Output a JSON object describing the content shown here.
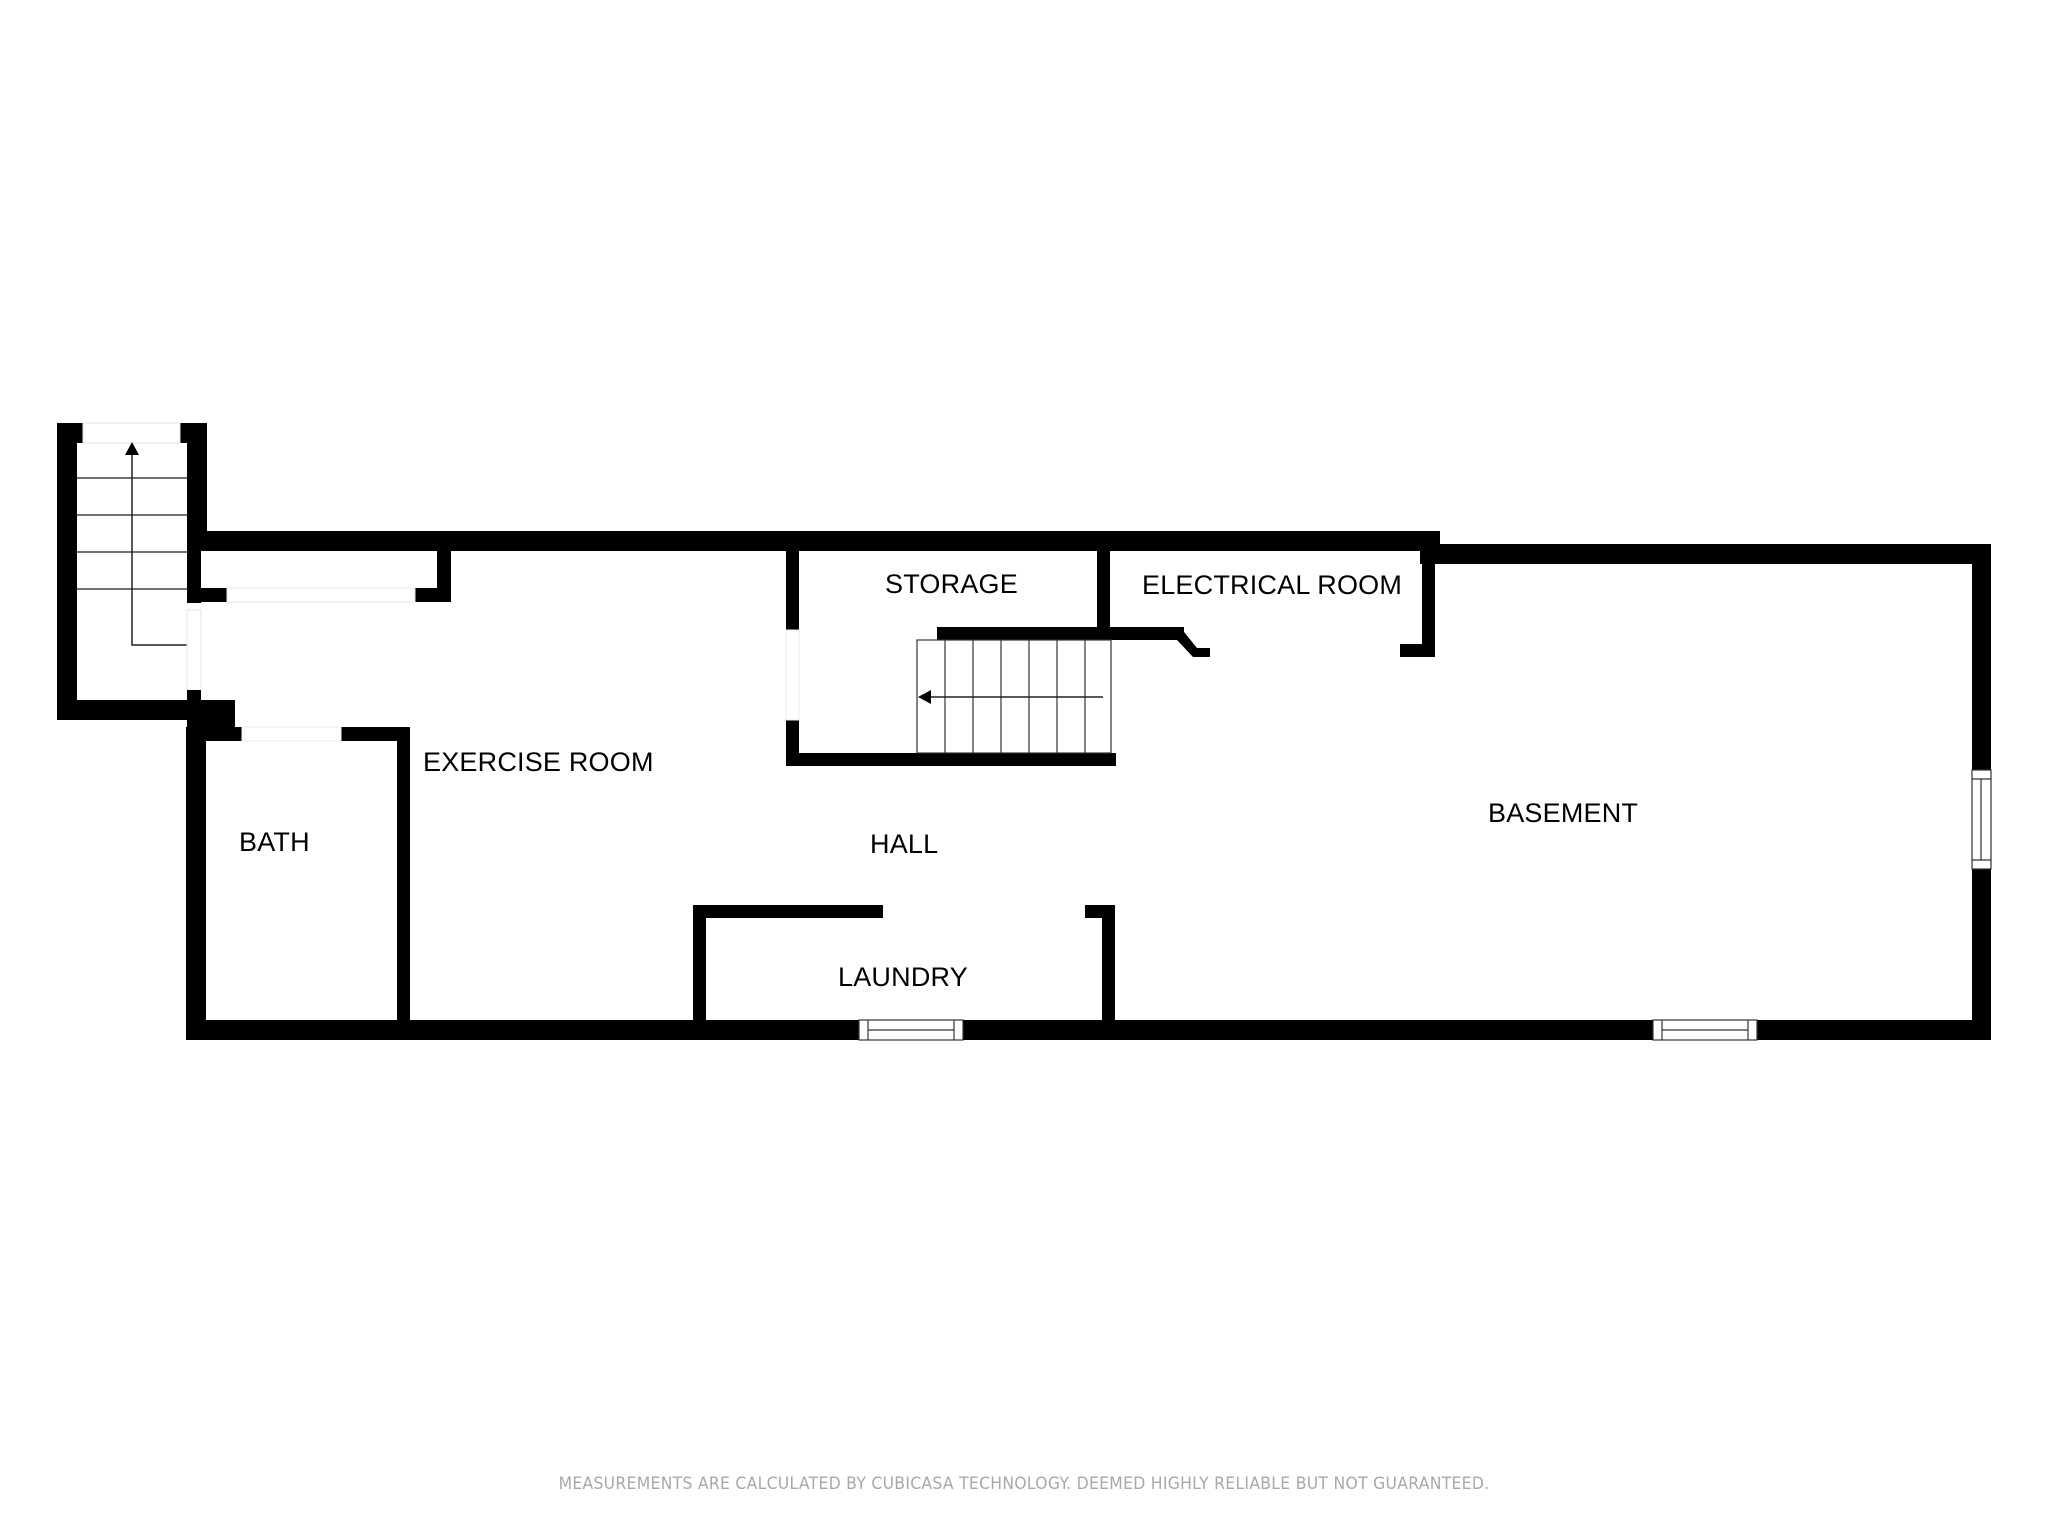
{
  "floor_plan": {
    "rooms": [
      {
        "id": "exercise_room",
        "label": "EXERCISE ROOM"
      },
      {
        "id": "storage",
        "label": "STORAGE"
      },
      {
        "id": "electrical_room",
        "label": "ELECTRICAL ROOM"
      },
      {
        "id": "bath",
        "label": "BATH"
      },
      {
        "id": "hall",
        "label": "HALL"
      },
      {
        "id": "basement",
        "label": "BASEMENT"
      },
      {
        "id": "laundry",
        "label": "LAUNDRY"
      }
    ],
    "colors": {
      "wall": "#000000",
      "background": "#ffffff",
      "opening": "#f2f2f2",
      "disclaimer_text": "#a8a8a8"
    },
    "symbols": [
      "stairs-up-arrow-icon",
      "stairs-left-arrow-icon",
      "window-icon"
    ]
  },
  "footer": {
    "disclaimer": "MEASUREMENTS ARE CALCULATED BY CUBICASA TECHNOLOGY. DEEMED HIGHLY RELIABLE BUT NOT GUARANTEED."
  }
}
